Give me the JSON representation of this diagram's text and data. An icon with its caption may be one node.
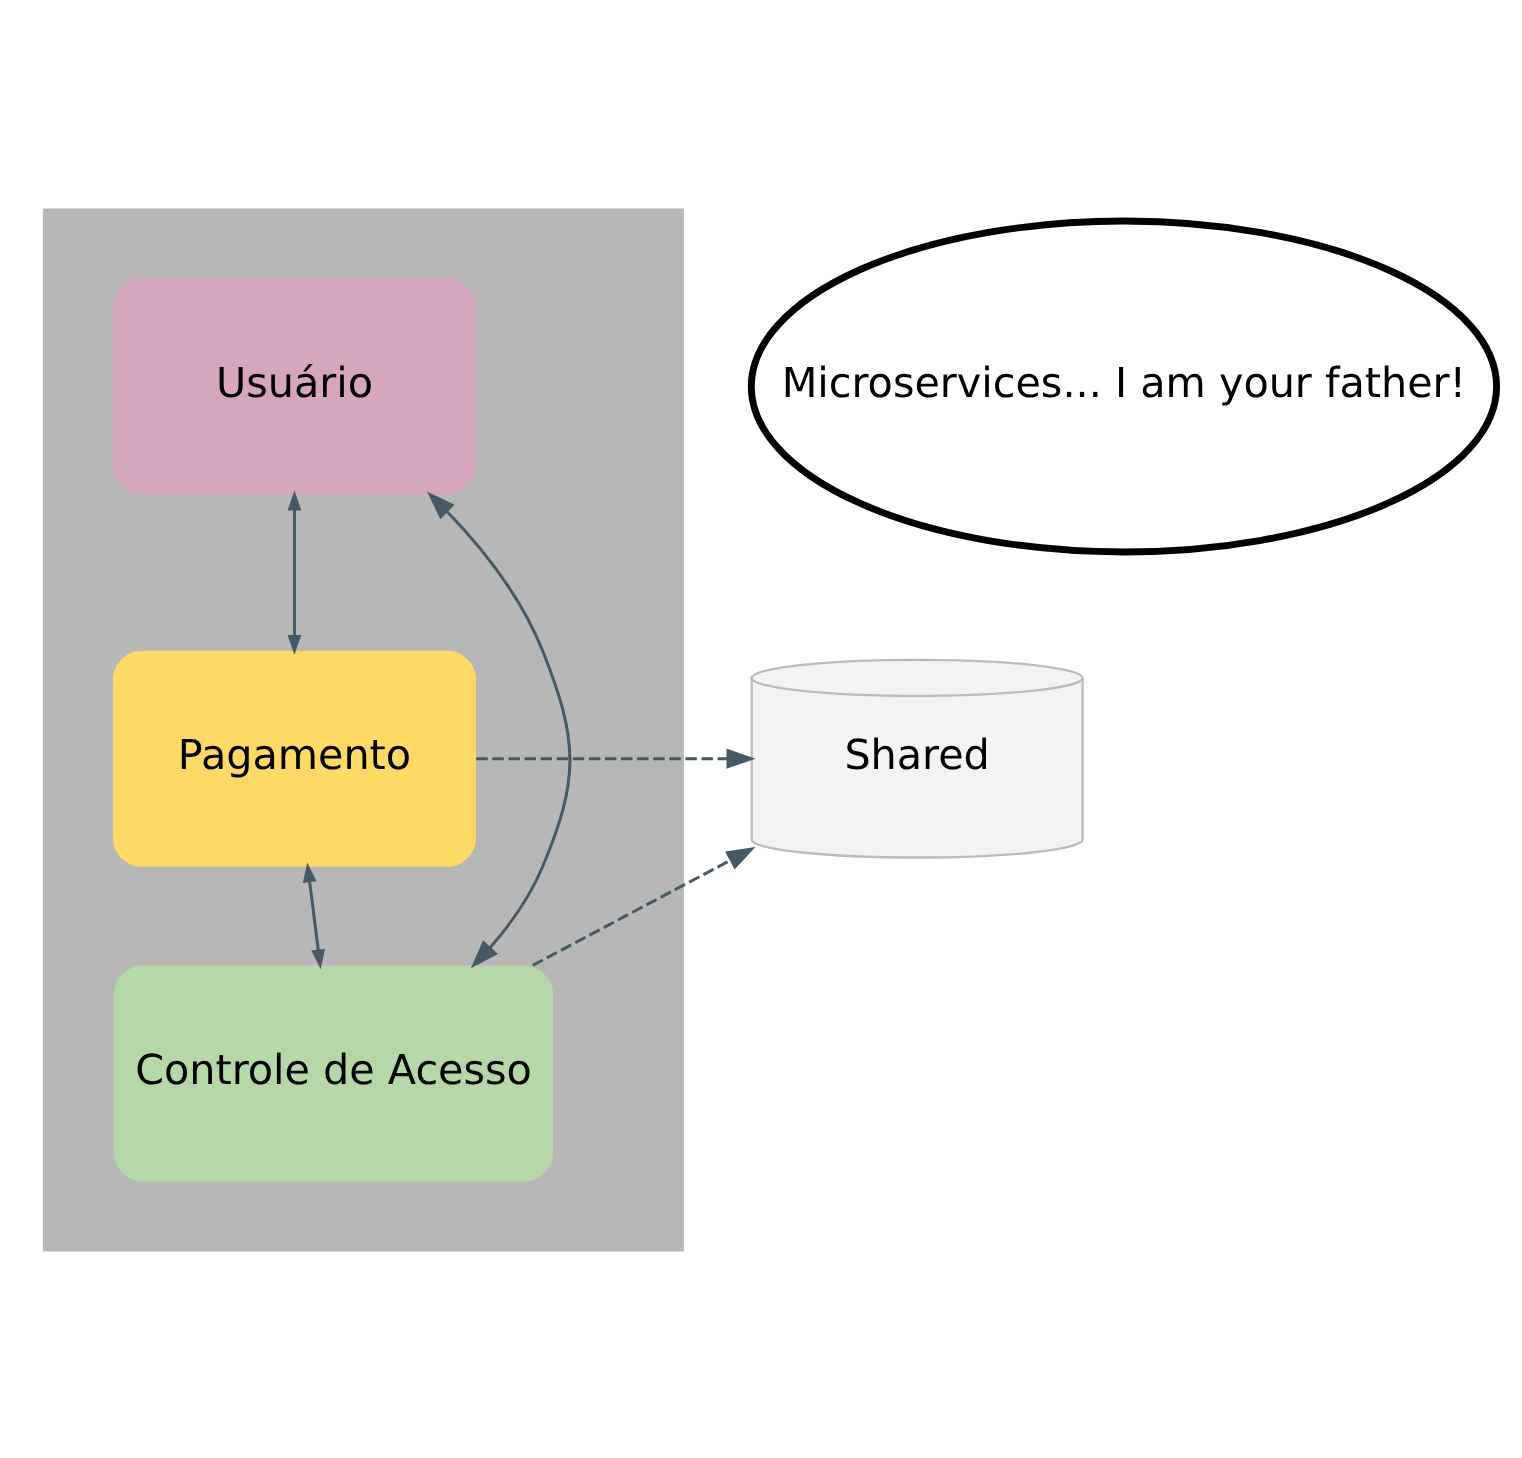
{
  "diagram": {
    "nodes": [
      {
        "text": [],
        "shape": "box"
      },
      {
        "text": [
          "Usuário"
        ],
        "in": 0
      },
      {
        "text": [
          "Pagamento"
        ],
        "in": 0
      },
      {
        "text": [
          "Controle de Acesso"
        ],
        "in": 0
      },
      {
        "text": [
          "Microservices... I am your father!"
        ]
      },
      {
        "text": [
          "Shared"
        ]
      }
    ],
    "edges": [
      {
        "from": 1,
        "to": 2,
        "arrow": "both"
      },
      {
        "from": 2,
        "to": 3,
        "arrow": "both"
      },
      {
        "from": 1,
        "to": 3,
        "arrow": "both"
      },
      {
        "from": 2,
        "to": 5,
        "arrow": "to",
        "style": "dashed"
      },
      {
        "from": 3,
        "to": 5,
        "arrow": "to",
        "style": "dashed"
      }
    ]
  }
}
